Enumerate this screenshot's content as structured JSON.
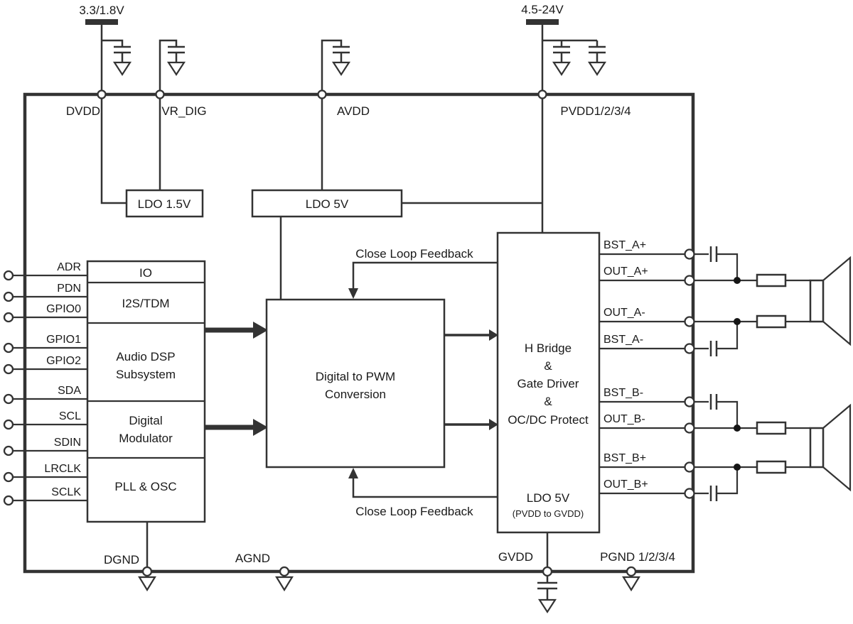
{
  "diagram": {
    "supplies": {
      "left": "3.3/1.8V",
      "right": "4.5-24V"
    },
    "rails": {
      "dvdd": "DVDD",
      "vr_dig": "VR_DIG",
      "avdd": "AVDD",
      "pvdd": "PVDD1/2/3/4"
    },
    "ldo15_label": "LDO 1.5V",
    "ldo5_label": "LDO 5V",
    "left_block": {
      "io": "IO",
      "i2s_tdm": "I2S/TDM",
      "dsp_line1": "Audio DSP",
      "dsp_line2": "Subsystem",
      "mod_line1": "Digital",
      "mod_line2": "Modulator",
      "pll": "PLL & OSC"
    },
    "pwm_block": {
      "line1": "Digital to PWM",
      "line2": "Conversion"
    },
    "hbridge_block": {
      "line1": "H Bridge",
      "line2": "&",
      "line3": "Gate Driver",
      "line4": "&",
      "line5": "OC/DC Protect",
      "ldo": "LDO 5V",
      "ldo_sub": "(PVDD to GVDD)"
    },
    "feedback": {
      "top": "Close Loop Feedback",
      "bottom": "Close Loop Feedback"
    },
    "left_pins": [
      "ADR",
      "PDN",
      "GPIO0",
      "GPIO1",
      "GPIO2",
      "SDA",
      "SCL",
      "SDIN",
      "LRCLK",
      "SCLK"
    ],
    "right_pins": [
      "BST_A+",
      "OUT_A+",
      "OUT_A-",
      "BST_A-",
      "BST_B-",
      "OUT_B-",
      "BST_B+",
      "OUT_B+"
    ],
    "grounds": {
      "dgnd": "DGND",
      "agnd": "AGND",
      "gvdd": "GVDD",
      "pgnd": "PGND 1/2/3/4"
    },
    "colors": {
      "line": "#333333",
      "text": "#1a1a1a",
      "background": "#ffffff"
    }
  }
}
